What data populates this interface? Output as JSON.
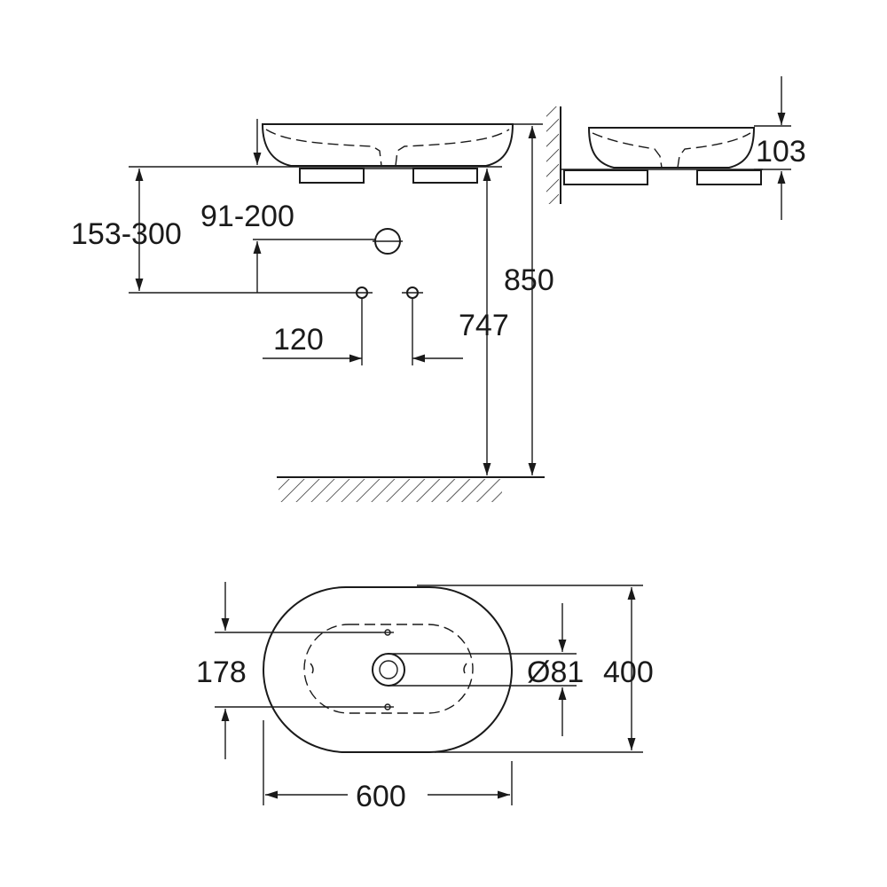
{
  "dimensions": {
    "fixing_height_range": "153-300",
    "waste_height_range": "91-200",
    "fixing_spacing": "120",
    "top_of_counter_height": "747",
    "total_height": "850",
    "basin_height": "103",
    "fixing_hole_distance": "178",
    "waste_diameter": "Ø81",
    "depth": "400",
    "width": "600"
  }
}
